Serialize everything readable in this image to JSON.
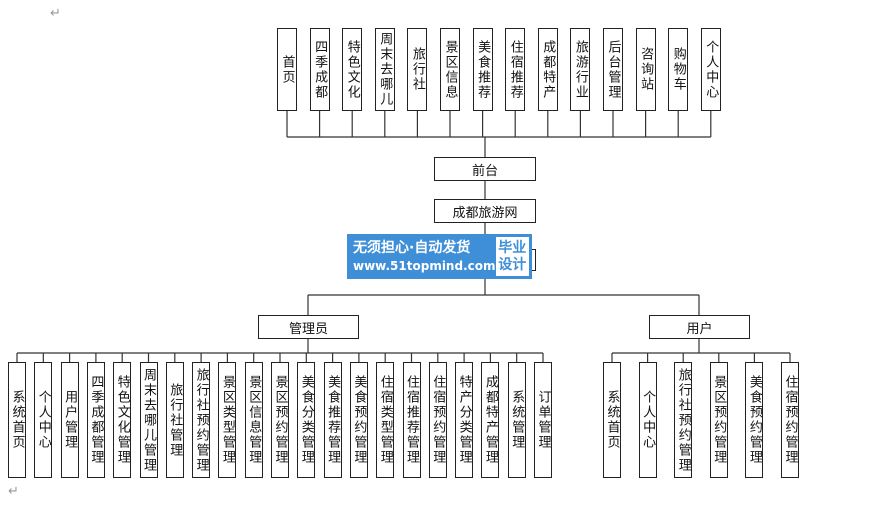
{
  "top_nodes": [
    "首页",
    "四季成都",
    "特色文化",
    "周末去哪儿",
    "旅行社",
    "景区信息",
    "美食推荐",
    "住宿推荐",
    "成都特产",
    "旅游行业",
    "后台管理",
    "咨询站",
    "购物车",
    "个人中心"
  ],
  "qiantai": "前台",
  "root": "成都旅游网",
  "admin_label": "管理员",
  "user_label": "用户",
  "admin_nodes": [
    "系统首页",
    "个人中心",
    "用户管理",
    "四季成都管理",
    "特色文化管理",
    "周末去哪儿管理",
    "旅行社管理",
    "旅行社预约管理",
    "景区类型管理",
    "景区信息管理",
    "景区预约管理",
    "美食分类管理",
    "美食推荐管理",
    "美食预约管理",
    "住宿类型管理",
    "住宿推荐管理",
    "住宿预约管理",
    "特产分类管理",
    "成都特产管理",
    "系统管理",
    "订单管理"
  ],
  "user_nodes": [
    "系统首页",
    "个人中心",
    "旅行社预约管理",
    "景区预约管理",
    "美食预约管理",
    "住宿预约管理"
  ],
  "watermark": {
    "line1": "无须担心·自动发货",
    "line2": "www.51topmind.com",
    "badge1": "毕业",
    "badge2": "设计"
  },
  "para_mark": "↵"
}
